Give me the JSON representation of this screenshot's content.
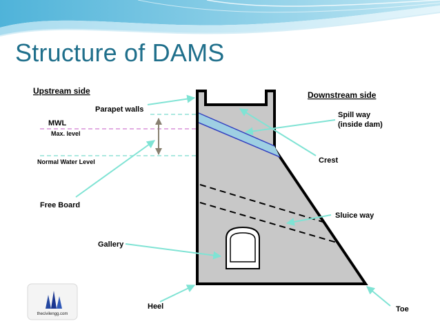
{
  "slide": {
    "title": "Structure of DAMS"
  },
  "diagram": {
    "labels": {
      "upstream": "Upstream side",
      "downstream": "Downstream side",
      "parapet": "Parapet walls",
      "mwl": "MWL",
      "max_level": "Max. level",
      "normal_water": "Normal Water Level",
      "free_board": "Free Board",
      "spill_line1": "Spill way",
      "spill_line2": "(inside dam)",
      "crest": "Crest",
      "sluice": "Sluice way",
      "gallery": "Gallery",
      "heel": "Heel",
      "toe": "Toe"
    },
    "logo_text": "thecivilengg.com"
  },
  "colors": {
    "title": "#1f6f8b",
    "dam_fill": "#c8c8c8",
    "spillway_fill": "#9ecfe3",
    "arrow": "#7fe3d4",
    "mwl_line": "#d890d8",
    "water_line": "#8fe0d6"
  }
}
